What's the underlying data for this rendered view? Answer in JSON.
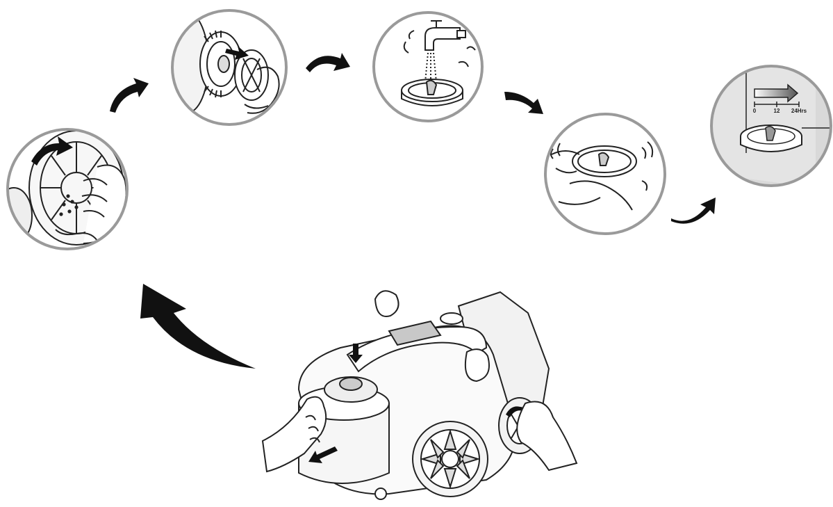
{
  "diagram": {
    "kind": "filter-cleaning-sequence",
    "steps": [
      {
        "id": "rotate-cover",
        "icon": "rotate-cover-icon"
      },
      {
        "id": "remove-filter",
        "icon": "remove-filter-icon"
      },
      {
        "id": "rinse-under-tap",
        "icon": "faucet-icon"
      },
      {
        "id": "shake-dry",
        "icon": "shake-filter-icon"
      },
      {
        "id": "air-dry-24h",
        "icon": "drying-timer-icon"
      }
    ],
    "timer": {
      "labels": [
        "0",
        "12",
        "24Hrs"
      ]
    },
    "colors": {
      "line": "#222222",
      "circle_border": "#9a9a9a",
      "shade": "#d9d9d9",
      "arrow": "#111111"
    }
  }
}
